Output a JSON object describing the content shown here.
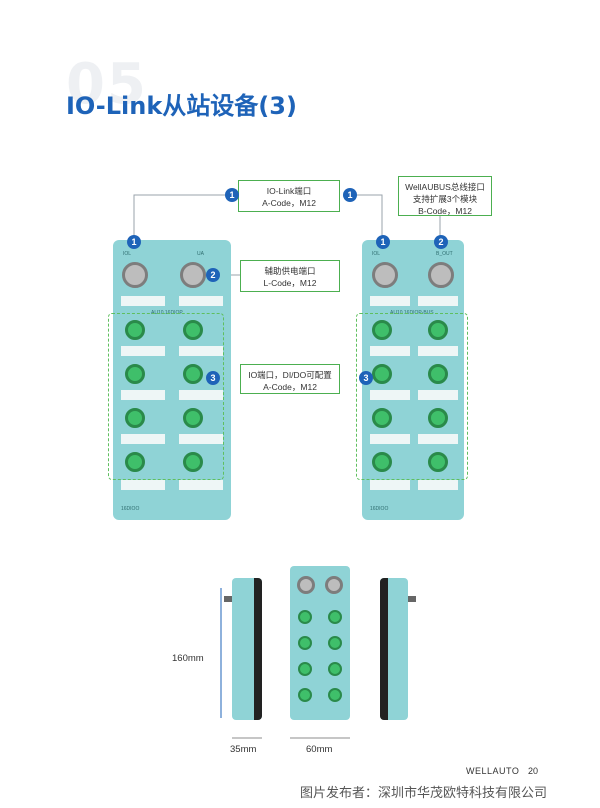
{
  "page": {
    "bg_number": "05",
    "title": "IO-Link从站设备(3)"
  },
  "callouts": [
    {
      "badge": "1",
      "line1": "IO-Link端口",
      "line2": "A-Code，M12"
    },
    {
      "badge": "2",
      "line1": "辅助供电端口",
      "line2": "L-Code，M12"
    },
    {
      "badge": "3",
      "line1": "IO端口，DI/DO可配置",
      "line2": "A-Code，M12"
    },
    {
      "badge": "1",
      "line1": "WellAUBUS总线接口",
      "line2": "支持扩展3个模块",
      "line3": "B-Code，M12"
    }
  ],
  "devices": {
    "left": {
      "header": "AU10 16DIOP",
      "footer": "16DIOO",
      "port_l": "IOL",
      "port_r": "UA"
    },
    "right": {
      "header": "AU10 16DIOP-BUS",
      "footer": "16DIOO",
      "port_l": "IOL",
      "port_r": "B_OUT"
    }
  },
  "dimensions": {
    "height": "160mm",
    "depth": "35mm",
    "width": "60mm"
  },
  "footer": {
    "brand": "WELLAUTO",
    "page_number": "20",
    "publisher": "图片发布者：深圳市华茂欧特科技有限公司"
  },
  "colors": {
    "title": "#1e63b8",
    "device": "#8fd3d6",
    "port": "#3fbf6a",
    "callout_border": "#4caf50"
  }
}
